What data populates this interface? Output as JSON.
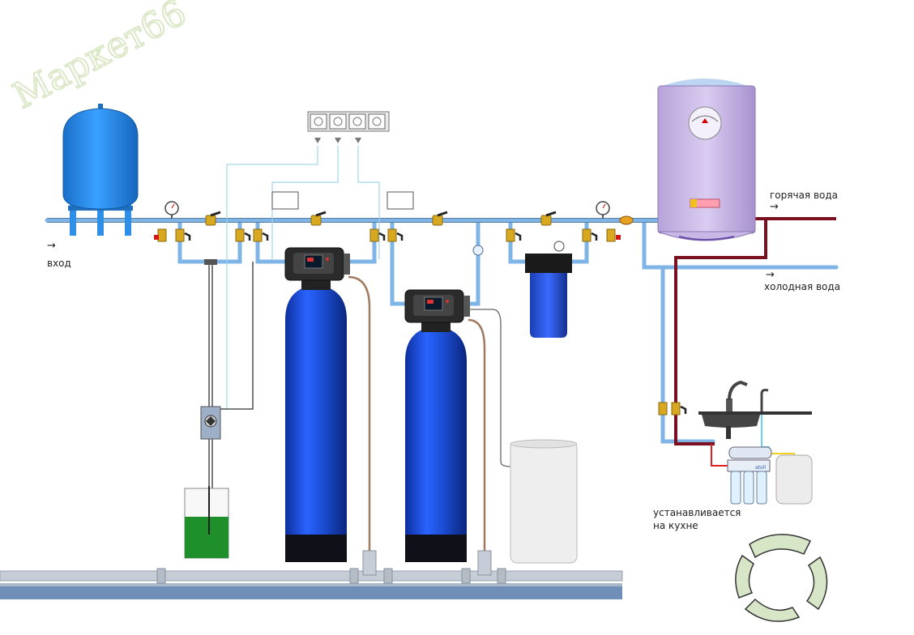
{
  "watermark": {
    "text": "Маркет66",
    "color": "#dbe8c8"
  },
  "labels": {
    "inlet": "вход",
    "hot_water": "горячая вода",
    "cold_water": "холодная вода",
    "kitchen_line1": "устанавливается",
    "kitchen_line2": "на кухне",
    "ro_brand": "atoll"
  },
  "arrows": {
    "inlet": "→",
    "hot_water": "→",
    "cold_water": "→"
  },
  "controller_panel": {
    "sockets": 4
  },
  "colors": {
    "cold_pipe": "#7fb4e6",
    "hot_pipe": "#7a1020",
    "tank_blue": "#1c4fd6",
    "tank_dark": "#101018",
    "pressure_tank": "#2f8ee6",
    "heater_body": "#c9b7e6",
    "brass": "#d8a820",
    "valve_red": "#d01818",
    "reagent_liquid": "#1f8f2c",
    "brine_tank": "#eeeeee",
    "drain_pipe": "#c6cdd6"
  },
  "icons": [
    "pressure-tank-icon",
    "pressure-gauge-icon",
    "ball-valve-icon",
    "check-valve-icon",
    "softener-tank-icon",
    "control-valve-head-icon",
    "cartridge-filter-icon",
    "water-heater-icon",
    "dosing-pump-icon",
    "reagent-tank-icon",
    "brine-tank-icon",
    "sink-icon",
    "faucet-icon",
    "reverse-osmosis-icon",
    "logo-icon"
  ]
}
